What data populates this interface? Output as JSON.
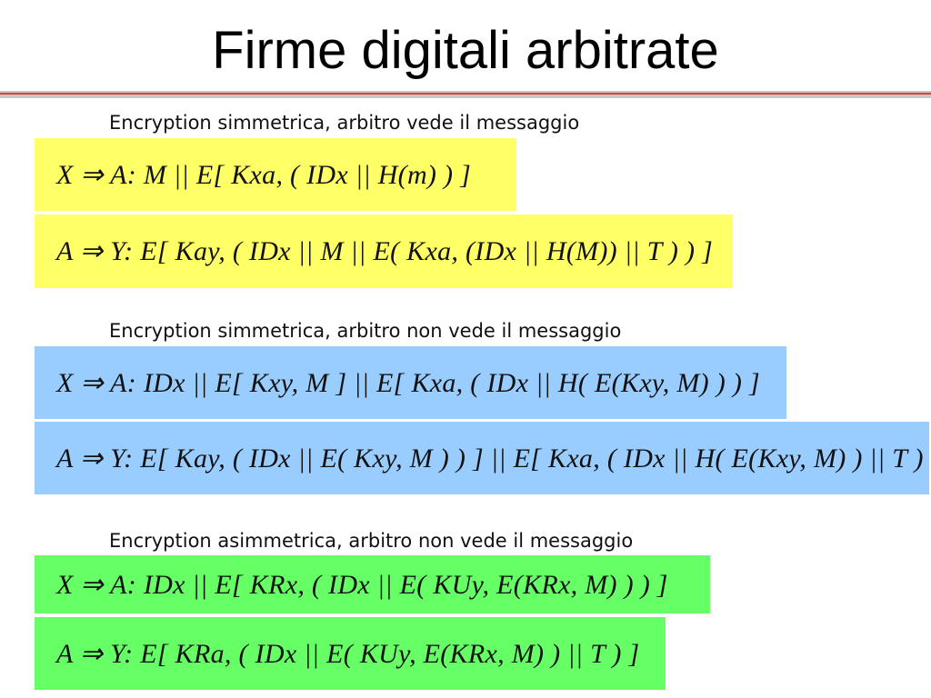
{
  "slide": {
    "title": "Firme digitali arbitrate"
  },
  "sections": [
    {
      "heading": "Encryption simmetrica, arbitro vede il messaggio",
      "color": "#ffff66",
      "formulas": [
        "X ⇒ A:  M || E[ Kxa, ( IDx || H(m) ) ]",
        "A ⇒ Y:  E[ Kay, ( IDx || M || E( Kxa, (IDx || H(M)) || T ) ) ]"
      ]
    },
    {
      "heading": "Encryption simmetrica, arbitro non vede il messaggio",
      "color": "#99ccff",
      "formulas": [
        "X ⇒ A:  IDx || E[ Kxy, M ] || E[ Kxa, ( IDx || H( E(Kxy, M) ) ) ]",
        "A ⇒ Y:  E[ Kay, ( IDx || E( Kxy, M ) ) ] || E[ Kxa, ( IDx || H( E(Kxy, M) ) || T ) ]"
      ]
    },
    {
      "heading": "Encryption asimmetrica, arbitro non vede il messaggio",
      "color": "#66ff66",
      "formulas": [
        "X ⇒ A:  IDx || E[ KRx, ( IDx || E( KUy, E(KRx, M) ) ) ]",
        "A ⇒ Y:  E[ KRa, ( IDx || E( KUy, E(KRx, M) ) || T ) ]"
      ]
    }
  ]
}
